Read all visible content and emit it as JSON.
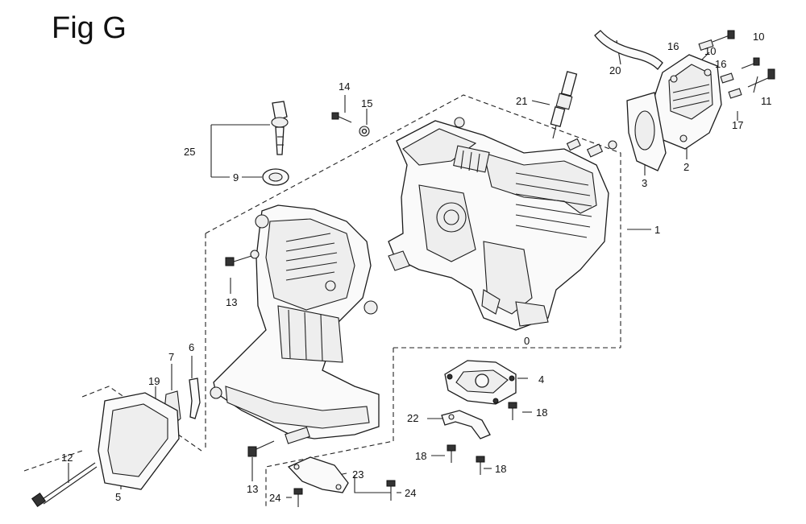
{
  "title": "Fig G",
  "callouts": {
    "c1": "1",
    "c2": "2",
    "c3": "3",
    "c4": "4",
    "c5": "5",
    "c6": "6",
    "c7": "7",
    "c9": "9",
    "c10a": "10",
    "c10b": "10",
    "c11": "11",
    "c12": "12",
    "c13a": "13",
    "c13b": "13",
    "c14": "14",
    "c15": "15",
    "c16a": "16",
    "c16b": "16",
    "c17": "17",
    "c18a": "18",
    "c18b": "18",
    "c18c": "18",
    "c19": "19",
    "c20": "20",
    "c21": "21",
    "c22": "22",
    "c23": "23",
    "c24a": "24",
    "c24b": "24",
    "c25": "25",
    "c0": "0"
  }
}
